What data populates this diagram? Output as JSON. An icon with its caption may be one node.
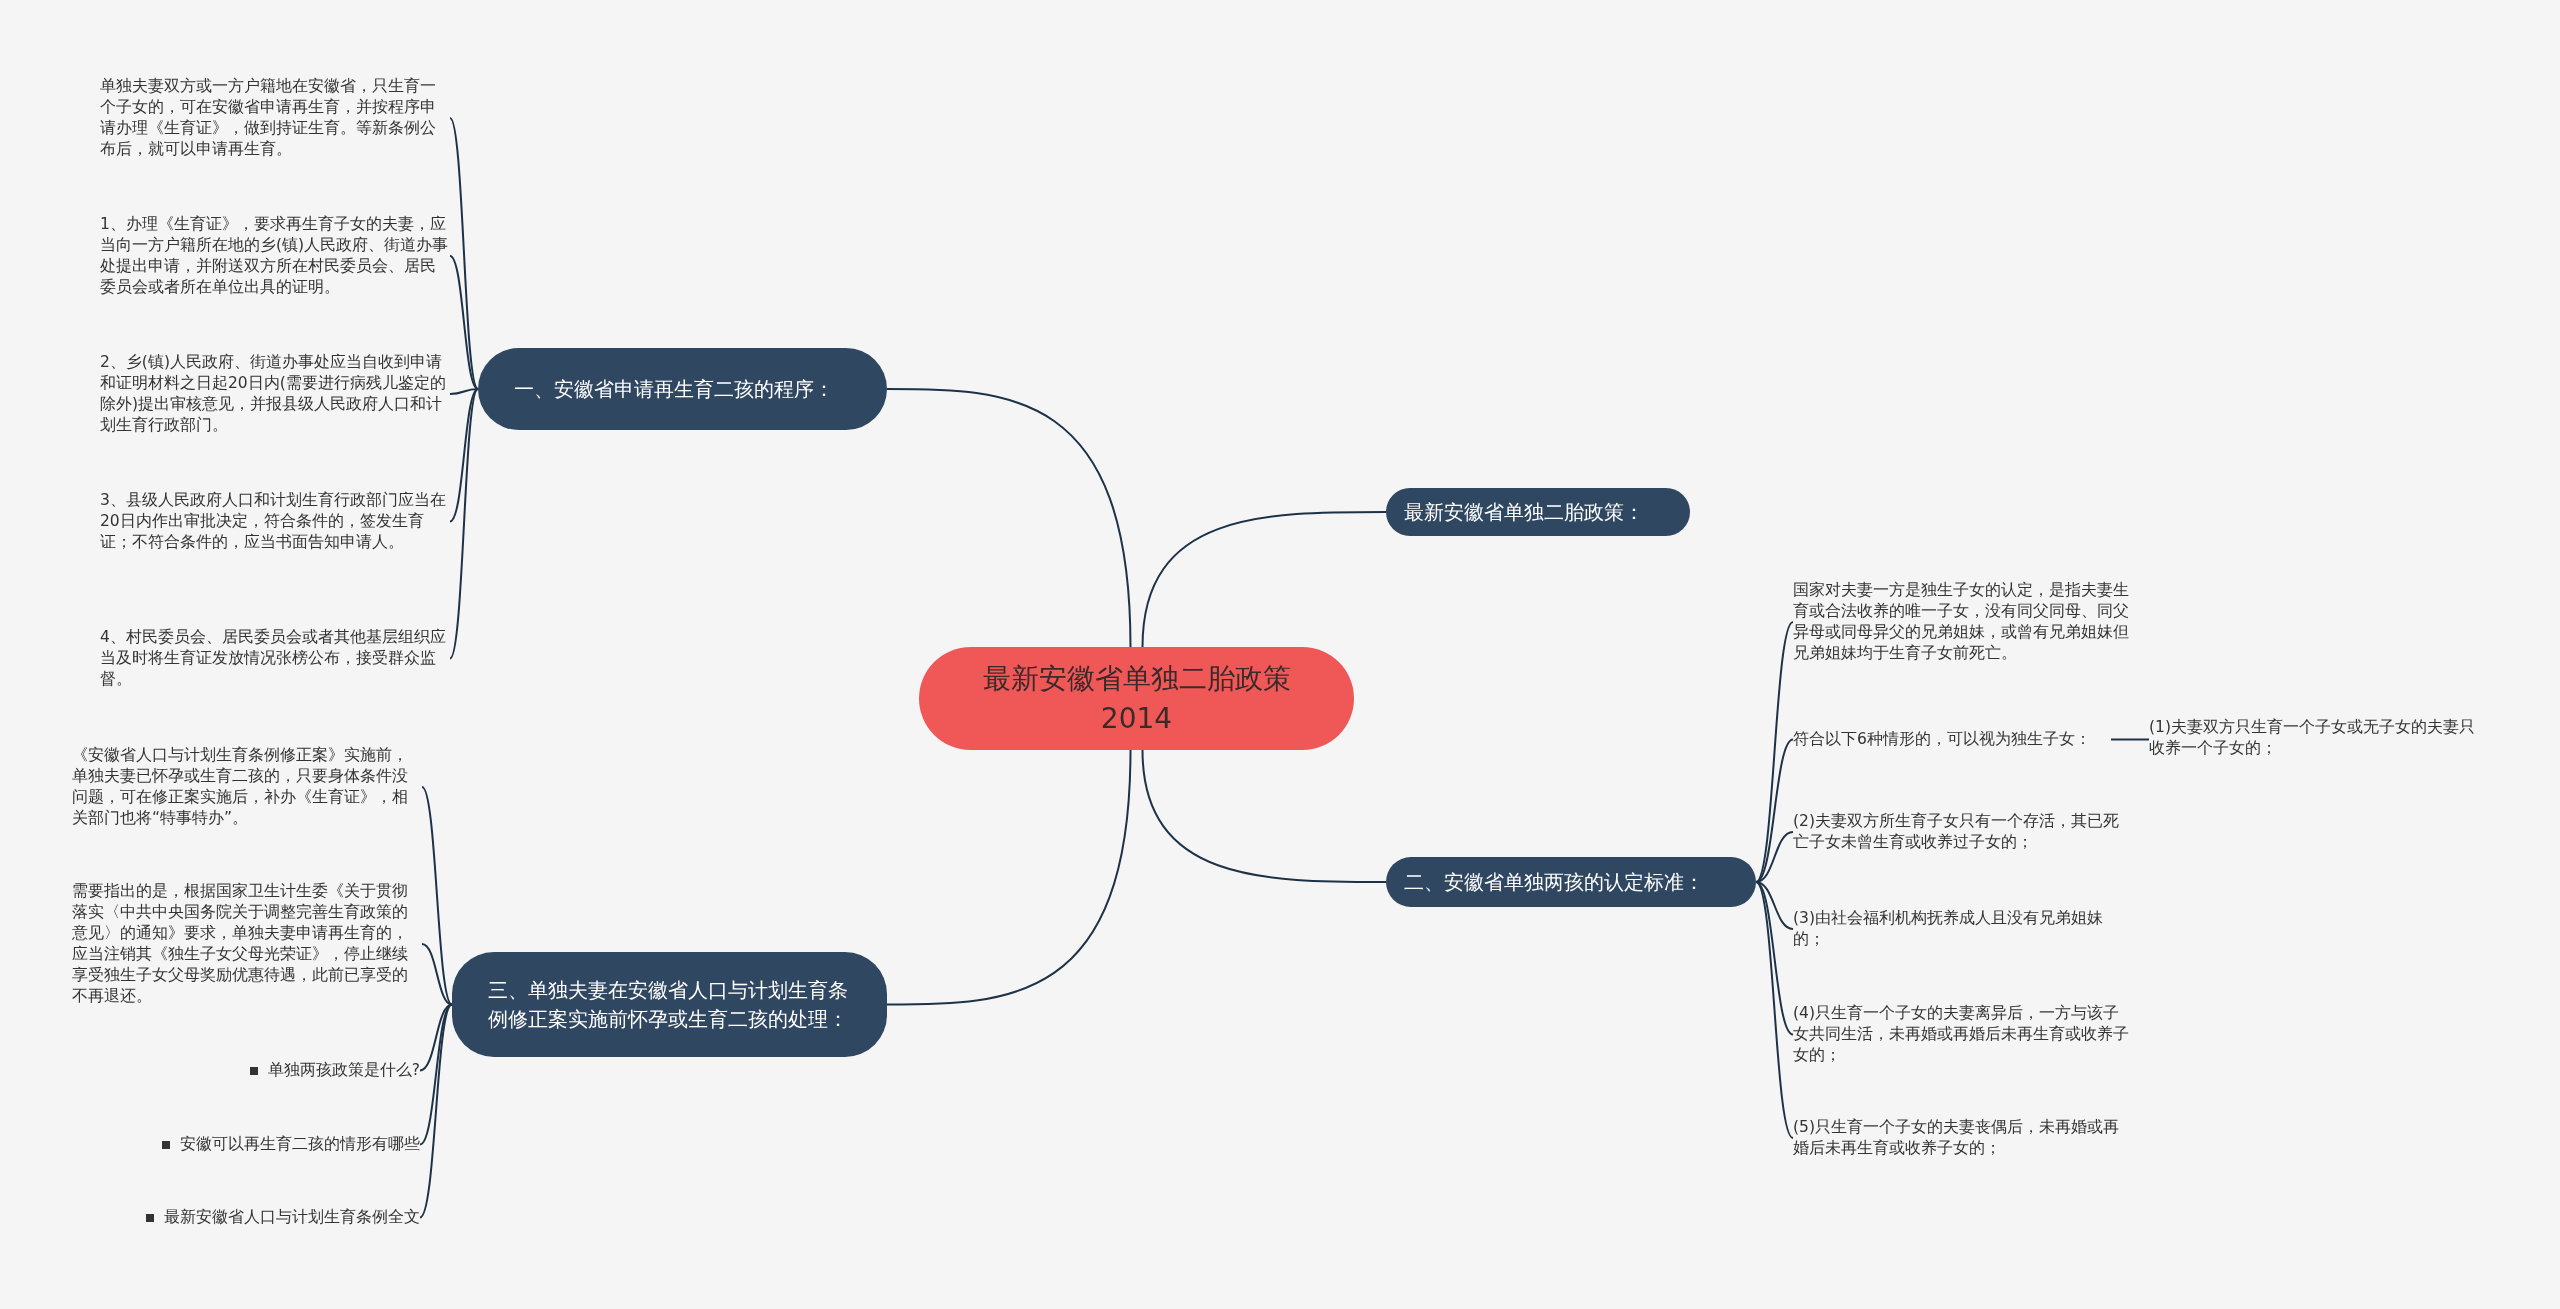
{
  "diagram": {
    "nodes": [
      {
        "text": [
          "最新安徽省单独二胎政策2014"
        ]
      },
      {
        "text": [
          "一、安徽省申请再生育二孩的程序："
        ]
      },
      {
        "text": [
          "单独夫妻双方或一方户籍地在安徽省，只生育一个子女的，可在安徽省申请再生育，并按程序申请办理《生育证》，做到持证生育。等新条例公布后，就可以申请再生育。"
        ]
      },
      {
        "text": [
          "1、办理《生育证》，要求再生育子女的夫妻，应当向一方户籍所在地的乡(镇)人民政府、街道办事处提出申请，并附送双方所在村民委员会、居民委员会或者所在单位出具的证明。"
        ]
      },
      {
        "text": [
          "2、乡(镇)人民政府、街道办事处应当自收到申请和证明材料之日起20日内(需要进行病残儿鉴定的除外)提出审核意见，并报县级人民政府人口和计划生育行政部门。"
        ]
      },
      {
        "text": [
          "3、县级人民政府人口和计划生育行政部门应当在20日内作出审批决定，符合条件的，签发生育证；不符合条件的，应当书面告知申请人。"
        ]
      },
      {
        "text": [
          "4、村民委员会、居民委员会或者其他基层组织应当及时将生育证发放情况张榜公布，接受群众监督。"
        ]
      },
      {
        "text": [
          "最新安徽省单独二胎政策："
        ]
      },
      {
        "text": [
          "二、安徽省单独两孩的认定标准："
        ]
      },
      {
        "text": [
          "国家对夫妻一方是独生子女的认定，是指夫妻生育或合法收养的唯一子女，没有同父同母、同父异母或同母异父的兄弟姐妹，或曾有兄弟姐妹但兄弟姐妹均于生育子女前死亡。"
        ]
      },
      {
        "text": [
          "符合以下6种情形的，可以视为独生子女："
        ]
      },
      {
        "text": [
          "(1)夫妻双方只生育一个子女或无子女的夫妻只收养一个子女的；"
        ]
      },
      {
        "text": [
          "(2)夫妻双方所生育子女只有一个存活，其已死亡子女未曾生育或收养过子女的；"
        ]
      },
      {
        "text": [
          "(3)由社会福利机构抚养成人且没有兄弟姐妹的；"
        ]
      },
      {
        "text": [
          "(4)只生育一个子女的夫妻离异后，一方与该子女共同生活，未再婚或再婚后未再生育或收养子女的；"
        ]
      },
      {
        "text": [
          "(5)只生育一个子女的夫妻丧偶后，未再婚或再婚后未再生育或收养子女的；"
        ]
      },
      {
        "text": [
          "三、单独夫妻在安徽省人口与计划生育条例修正案实施前怀孕或生育二孩的处理："
        ]
      },
      {
        "text": [
          "《安徽省人口与计划生育条例修正案》实施前，单独夫妻已怀孕或生育二孩的，只要身体条件没问题，可在修正案实施后，补办《生育证》，相关部门也将“特事特办”。"
        ]
      },
      {
        "text": [
          "需要指出的是，根据国家卫生计生委《关于贯彻落实〈中共中央国务院关于调整完善生育政策的意见〉的通知》要求，单独夫妻申请再生育的，应当注销其《独生子女父母光荣证》，停止继续享受独生子女父母奖励优惠待遇，此前已享受的不再退还。"
        ]
      },
      {
        "text": [
          "单独两孩政策是什么?"
        ]
      },
      {
        "text": [
          "安徽可以再生育二孩的情形有哪些"
        ]
      },
      {
        "text": [
          "最新安徽省人口与计划生育条例全文"
        ]
      }
    ],
    "edges": [
      {
        "from": 0,
        "to": 1,
        "arrow": "none"
      },
      {
        "from": 0,
        "to": 7,
        "arrow": "none"
      },
      {
        "from": 0,
        "to": 8,
        "arrow": "none"
      },
      {
        "from": 0,
        "to": 16,
        "arrow": "none"
      },
      {
        "from": 1,
        "to": 2,
        "arrow": "none"
      },
      {
        "from": 1,
        "to": 3,
        "arrow": "none"
      },
      {
        "from": 1,
        "to": 4,
        "arrow": "none"
      },
      {
        "from": 1,
        "to": 5,
        "arrow": "none"
      },
      {
        "from": 1,
        "to": 6,
        "arrow": "none"
      },
      {
        "from": 8,
        "to": 9,
        "arrow": "none"
      },
      {
        "from": 8,
        "to": 10,
        "arrow": "none"
      },
      {
        "from": 10,
        "to": 11,
        "arrow": "none"
      },
      {
        "from": 8,
        "to": 12,
        "arrow": "none"
      },
      {
        "from": 8,
        "to": 13,
        "arrow": "none"
      },
      {
        "from": 8,
        "to": 14,
        "arrow": "none"
      },
      {
        "from": 8,
        "to": 15,
        "arrow": "none"
      },
      {
        "from": 16,
        "to": 17,
        "arrow": "none"
      },
      {
        "from": 16,
        "to": 18,
        "arrow": "none"
      },
      {
        "from": 16,
        "to": 19,
        "arrow": "none"
      },
      {
        "from": 16,
        "to": 20,
        "arrow": "none"
      },
      {
        "from": 16,
        "to": 21,
        "arrow": "none"
      }
    ]
  }
}
